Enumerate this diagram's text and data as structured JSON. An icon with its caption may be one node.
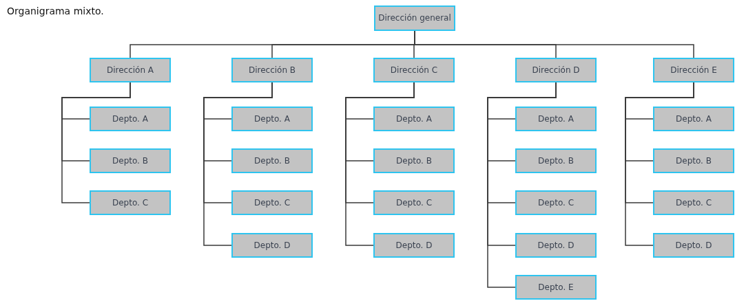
{
  "diagram": {
    "title": "Organigrama mixto.",
    "nodes": [
      {
        "text": [
          "Dirección general"
        ]
      },
      {
        "text": [
          "Dirección A"
        ]
      },
      {
        "text": [
          "Depto. A"
        ]
      },
      {
        "text": [
          "Depto. B"
        ]
      },
      {
        "text": [
          "Depto. C"
        ]
      },
      {
        "text": [
          "Dirección B"
        ]
      },
      {
        "text": [
          "Depto. A"
        ]
      },
      {
        "text": [
          "Depto. B"
        ]
      },
      {
        "text": [
          "Depto. C"
        ]
      },
      {
        "text": [
          "Depto. D"
        ]
      },
      {
        "text": [
          "Dirección C"
        ]
      },
      {
        "text": [
          "Depto. A"
        ]
      },
      {
        "text": [
          "Depto. B"
        ]
      },
      {
        "text": [
          "Depto. C"
        ]
      },
      {
        "text": [
          "Depto. D"
        ]
      },
      {
        "text": [
          "Dirección D"
        ]
      },
      {
        "text": [
          "Depto. A"
        ]
      },
      {
        "text": [
          "Depto. B"
        ]
      },
      {
        "text": [
          "Depto. C"
        ]
      },
      {
        "text": [
          "Depto. D"
        ]
      },
      {
        "text": [
          "Depto. E"
        ]
      },
      {
        "text": [
          "Dirección E"
        ]
      },
      {
        "text": [
          "Depto. A"
        ]
      },
      {
        "text": [
          "Depto. B"
        ]
      },
      {
        "text": [
          "Depto. C"
        ]
      },
      {
        "text": [
          "Depto. D"
        ]
      }
    ],
    "edges": [
      {
        "from": 0,
        "to": 1,
        "arrow": "none"
      },
      {
        "from": 0,
        "to": 5,
        "arrow": "none"
      },
      {
        "from": 0,
        "to": 10,
        "arrow": "none"
      },
      {
        "from": 0,
        "to": 15,
        "arrow": "none"
      },
      {
        "from": 0,
        "to": 21,
        "arrow": "none"
      },
      {
        "from": 1,
        "to": 2,
        "arrow": "none"
      },
      {
        "from": 1,
        "to": 3,
        "arrow": "none"
      },
      {
        "from": 1,
        "to": 4,
        "arrow": "none"
      },
      {
        "from": 5,
        "to": 6,
        "arrow": "none"
      },
      {
        "from": 5,
        "to": 7,
        "arrow": "none"
      },
      {
        "from": 5,
        "to": 8,
        "arrow": "none"
      },
      {
        "from": 5,
        "to": 9,
        "arrow": "none"
      },
      {
        "from": 10,
        "to": 11,
        "arrow": "none"
      },
      {
        "from": 10,
        "to": 12,
        "arrow": "none"
      },
      {
        "from": 10,
        "to": 13,
        "arrow": "none"
      },
      {
        "from": 10,
        "to": 14,
        "arrow": "none"
      },
      {
        "from": 15,
        "to": 16,
        "arrow": "none"
      },
      {
        "from": 15,
        "to": 17,
        "arrow": "none"
      },
      {
        "from": 15,
        "to": 18,
        "arrow": "none"
      },
      {
        "from": 15,
        "to": 19,
        "arrow": "none"
      },
      {
        "from": 15,
        "to": 20,
        "arrow": "none"
      },
      {
        "from": 21,
        "to": 22,
        "arrow": "none"
      },
      {
        "from": 21,
        "to": 23,
        "arrow": "none"
      },
      {
        "from": 21,
        "to": 24,
        "arrow": "none"
      },
      {
        "from": 21,
        "to": 25,
        "arrow": "none"
      }
    ]
  }
}
